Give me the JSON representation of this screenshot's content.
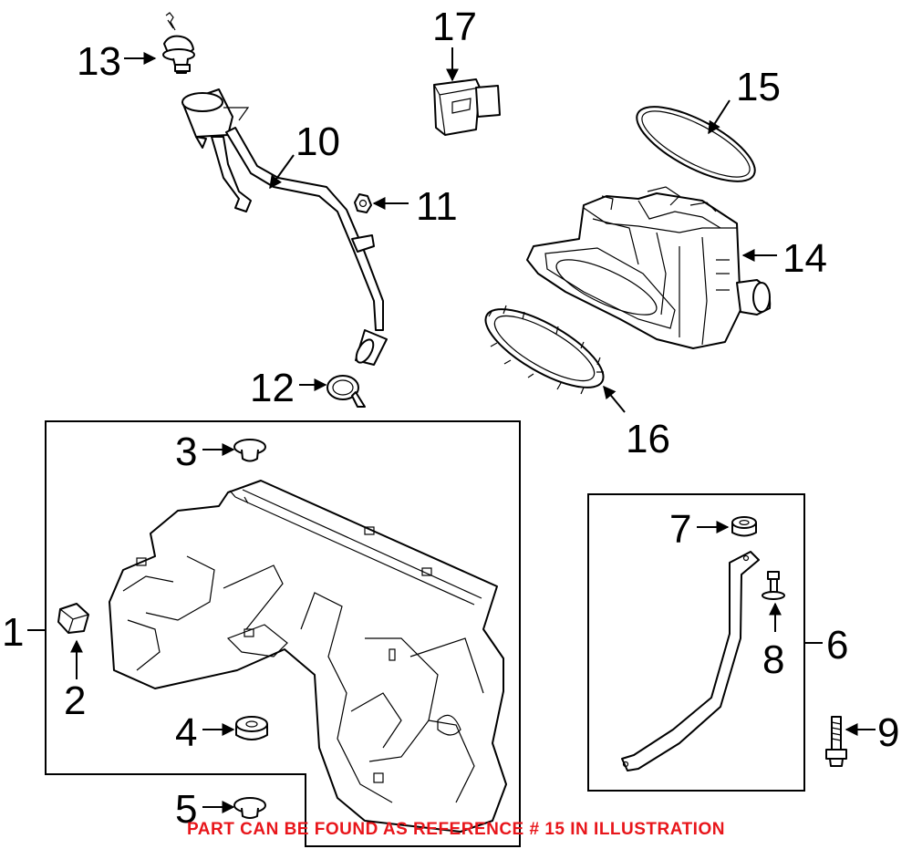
{
  "callouts": {
    "c1": "1",
    "c2": "2",
    "c3": "3",
    "c4": "4",
    "c5": "5",
    "c6": "6",
    "c7": "7",
    "c8": "8",
    "c9": "9",
    "c10": "10",
    "c11": "11",
    "c12": "12",
    "c13": "13",
    "c14": "14",
    "c15": "15",
    "c16": "16",
    "c17": "17"
  },
  "caption": "PART CAN BE FOUND AS REFERENCE # 15 IN ILLUSTRATION",
  "colors": {
    "caption": "#e8161b",
    "ink": "#000000"
  }
}
